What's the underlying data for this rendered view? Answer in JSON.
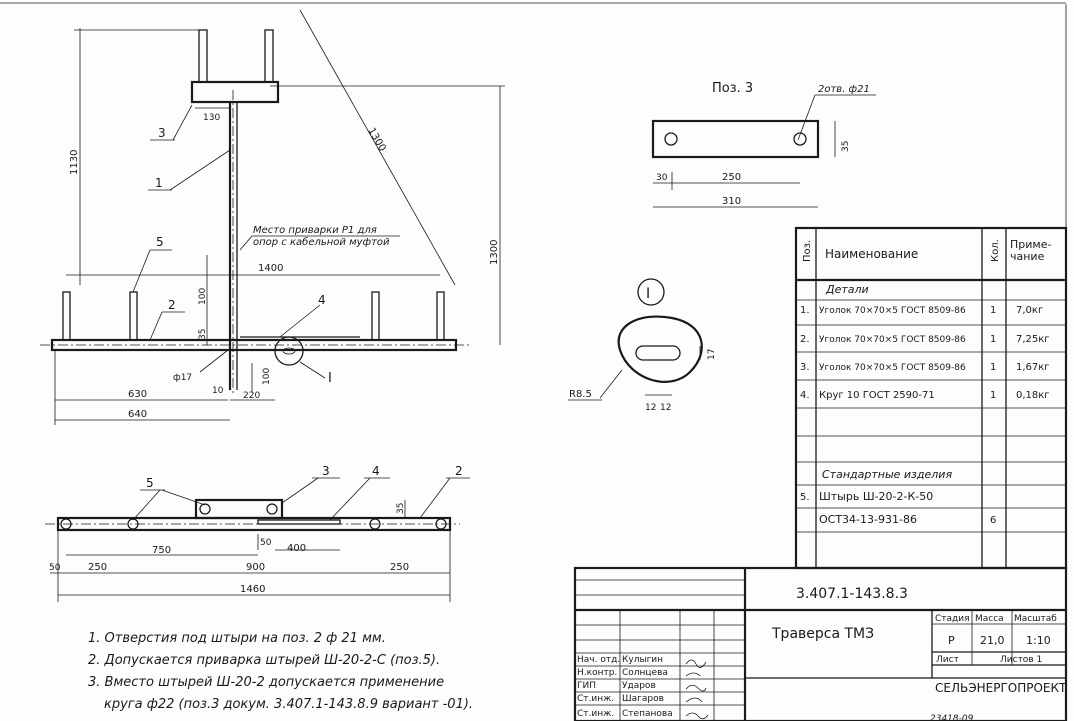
{
  "front_view": {
    "dim_top_h": "1130",
    "dim_diag": "1300",
    "dim_right_v": "1300",
    "dim_flange": "130",
    "dim_span": "1400",
    "dim_100": "100",
    "dim_35": "35",
    "dim_630": "630",
    "dim_640": "640",
    "dim_10": "10",
    "dim_220": "220",
    "dim_v100": "100",
    "dim_hole": "ф17",
    "weld_note_1": "Место приварки Р1 для",
    "weld_note_2": "опор с кабельной муфтой",
    "pos_3": "3",
    "pos_1": "1",
    "pos_5": "5",
    "pos_2": "2",
    "pos_4": "4",
    "view_mark": "I"
  },
  "pos3_view": {
    "title": "Поз. 3",
    "holes": "2отв. ф21",
    "dim_35": "35",
    "dim_30": "30",
    "dim_250": "250",
    "dim_310": "310"
  },
  "detail_I": {
    "mark": "I",
    "radius": "R8.5",
    "dim_17": "17",
    "dim_12a": "12",
    "dim_12b": "12"
  },
  "plan_view": {
    "pos_5": "5",
    "pos_3": "3",
    "pos_4": "4",
    "pos_2": "2",
    "dim_35": "35",
    "dim_50": "50",
    "dim_400": "400",
    "dim_750": "750",
    "dim_50b": "50",
    "dim_250a": "250",
    "dim_900": "900",
    "dim_250b": "250",
    "dim_1460": "1460"
  },
  "spec_table": {
    "headers": {
      "pos": "Поз.",
      "name": "Наименование",
      "qty": "Кол.",
      "note_1": "Приме-",
      "note_2": "чание"
    },
    "section_details": "Детали",
    "rows": [
      {
        "pos": "1.",
        "name": "Уголок 70×70×5 ГОСТ 8509-86",
        "qty": "1",
        "note": "7,0кг"
      },
      {
        "pos": "2.",
        "name": "Уголок 70×70×5 ГОСТ 8509-86",
        "qty": "1",
        "note": "7,25кг"
      },
      {
        "pos": "3.",
        "name": "Уголок 70×70×5 ГОСТ 8509-86",
        "qty": "1",
        "note": "1,67кг"
      },
      {
        "pos": "4.",
        "name": "Круг 10 ГОСТ 2590-71",
        "qty": "1",
        "note": "0,18кг"
      }
    ],
    "section_standard": "Стандартные изделия",
    "std_row": {
      "pos": "5.",
      "name_1": "Штырь Ш-20-2-К-50",
      "name_2": "ОСТ34-13-931-86",
      "qty": "6"
    }
  },
  "notes": [
    "1. Отверстия под штыри на поз. 2 ф 21 мм.",
    "2. Допускается приварка штырей Ш-20-2-С (поз.5).",
    "3. Вместо штырей Ш-20-2 допускается применение",
    "круга ф22 (поз.3 докум. 3.407.1-143.8.9 вариант -01)."
  ],
  "title_block": {
    "doc_code": "3.407.1-143.8.3",
    "title": "Траверса ТМЗ",
    "stage_label": "Стадия",
    "mass_label": "Масса",
    "scale_label": "Масштаб",
    "stage": "Р",
    "mass": "21,0",
    "scale": "1:10",
    "sheet_label": "Лист",
    "sheets_label": "Листов 1",
    "org": "СЕЛЬЭНЕРГОПРОЕКТ",
    "staff": [
      {
        "role": "Нач. отд.",
        "name": "Кулыгин"
      },
      {
        "role": "Н.контр.",
        "name": "Солнцева"
      },
      {
        "role": "ГИП",
        "name": "Ударов"
      },
      {
        "role": "Ст.инж.",
        "name": "Шагаров"
      },
      {
        "role": "Ст.инж.",
        "name": "Степанова"
      }
    ],
    "footer_code": "23418-09"
  }
}
